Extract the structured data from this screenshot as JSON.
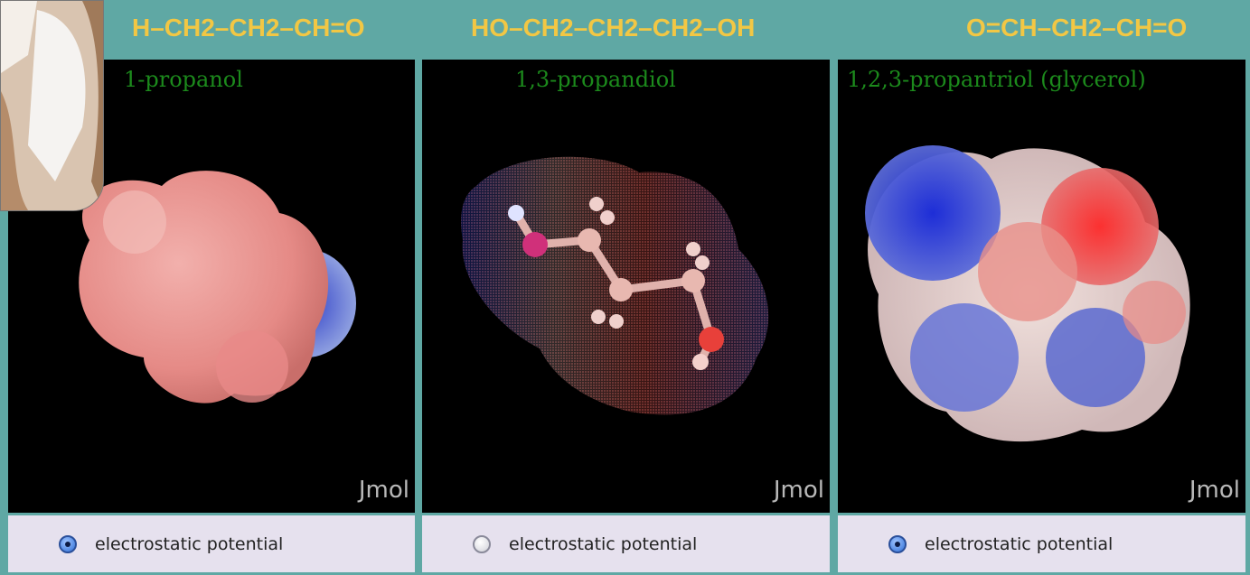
{
  "formulas": [
    "H–CH2–CH2–CH=O",
    "HO–CH2–CH2–CH2–OH",
    "O=CH–CH2–CH=O"
  ],
  "panels": [
    {
      "label": "1-propanol",
      "watermark": "Jmol",
      "control_label": "electrostatic potential",
      "control_checked": true
    },
    {
      "label": "1,3-propandiol",
      "watermark": "Jmol",
      "control_label": "electrostatic potential",
      "control_checked": false
    },
    {
      "label": "1,2,3-propantriol (glycerol)",
      "watermark": "Jmol",
      "control_label": "electrostatic potential",
      "control_checked": true
    }
  ],
  "colors": {
    "background": "#5fa8a4",
    "formula_text": "#f2c744",
    "molecule_label": "#1c8a1c",
    "control_bar": "#e6e1ee",
    "positive": "#2a3fd0",
    "negative": "#e23a3a"
  }
}
